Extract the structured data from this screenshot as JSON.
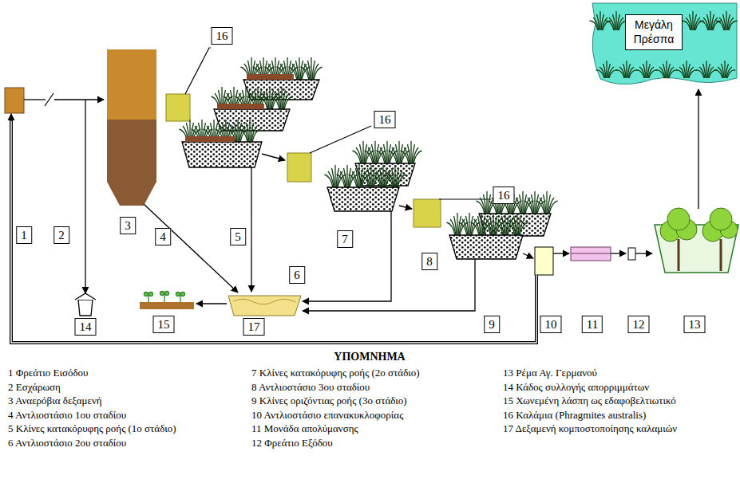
{
  "diagram": {
    "nodes": [
      {
        "text": [
          "Μεγάλη Πρέσπα"
        ]
      }
    ],
    "labels": [
      "1",
      "2",
      "3",
      "4",
      "5",
      "6",
      "7",
      "8",
      "9",
      "10",
      "11",
      "12",
      "13",
      "14",
      "15",
      "16",
      "16",
      "16",
      "17",
      "ΥΠΟΜΝΗΜΑ"
    ],
    "legend": [
      {
        "text": "1 Φρεάτιο Εισόδου"
      },
      {
        "text": "2 Εσχάρωση"
      },
      {
        "text": "3 Αναερόβια δεξαμενή"
      },
      {
        "text": "4 Αντλιοστάσιο 1ου σταδίου"
      },
      {
        "text": "5 Κλίνες κατακόρυφης ροής (1ο στάδιο)"
      },
      {
        "text": "6 Αντλιοστάσιο 2ου σταδίου"
      },
      {
        "text": "7 Κλίνες κατακόρυφης ροής (2ο στάδιο)"
      },
      {
        "text": "8 Αντλιοστάσιο 3ου σταδίου"
      },
      {
        "text": "9 Κλίνες οριζόντιας ροής (3ο στάδιο)"
      },
      {
        "text": "10 Αντλιοστάσιο επανακυκλοφορίας"
      },
      {
        "text": "11 Μονάδα απολύμανσης"
      },
      {
        "text": "12 Φρεάτιο Εξόδου"
      },
      {
        "text": "13 Ρέμα Αγ. Γερμανού"
      },
      {
        "text": "14 Κάδος συλλογής απορριμμάτων"
      },
      {
        "text": "15 Χωνεμένη λάσπη ως εδαφοβελτιωτικό"
      },
      {
        "text": "16 Καλάμια (Phragmites australis)"
      },
      {
        "text": "17 Δεξαμενή κομποστοποίησης καλαμιών"
      }
    ]
  }
}
